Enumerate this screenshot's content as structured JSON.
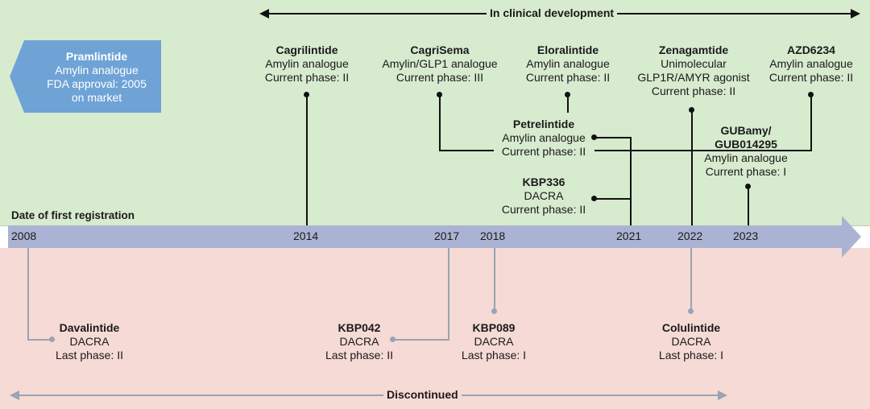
{
  "header": {
    "clinical_label": "In clinical development",
    "axis_title": "Date of first registration"
  },
  "footer": {
    "discontinued_label": "Discontinued"
  },
  "approved": {
    "name": "Pramlintide",
    "line1": "Amylin analogue",
    "line2": "FDA approval: 2005",
    "line3": "on market",
    "color": "#6fa3d6"
  },
  "years": [
    "2008",
    "2014",
    "2017",
    "2018",
    "2021",
    "2022",
    "2023"
  ],
  "clinical": [
    {
      "name": "Cagrilintide",
      "line1": "Amylin analogue",
      "line2": "Current phase: II"
    },
    {
      "name": "CagriSema",
      "line1": "Amylin/GLP1 analogue",
      "line2": "Current phase: III"
    },
    {
      "name": "Eloralintide",
      "line1": "Amylin analogue",
      "line2": "Current phase: II"
    },
    {
      "name": "Zenagamtide",
      "line1": "Unimolecular",
      "line2": "GLP1R/AMYR agonist",
      "line3": "Current phase: II"
    },
    {
      "name": "AZD6234",
      "line1": "Amylin analogue",
      "line2": "Current phase: II"
    },
    {
      "name": "Petrelintide",
      "line1": "Amylin analogue",
      "line2": "Current phase: II"
    },
    {
      "name": "GUBamy/",
      "name2": "GUB014295",
      "line1": "Amylin analogue",
      "line2": "Current phase: I"
    },
    {
      "name": "KBP336",
      "line1": "DACRA",
      "line2": "Current phase: II"
    }
  ],
  "discontinued": [
    {
      "name": "Davalintide",
      "line1": "DACRA",
      "line2": "Last phase: II"
    },
    {
      "name": "KBP042",
      "line1": "DACRA",
      "line2": "Last phase: II"
    },
    {
      "name": "KBP089",
      "line1": "DACRA",
      "line2": "Last phase: I"
    },
    {
      "name": "Colulintide",
      "line1": "DACRA",
      "line2": "Last phase: I"
    }
  ],
  "colors": {
    "clinical_bg": "#d7ebcf",
    "discontinued_bg": "#f6dad5",
    "axis": "#aab3d3"
  }
}
